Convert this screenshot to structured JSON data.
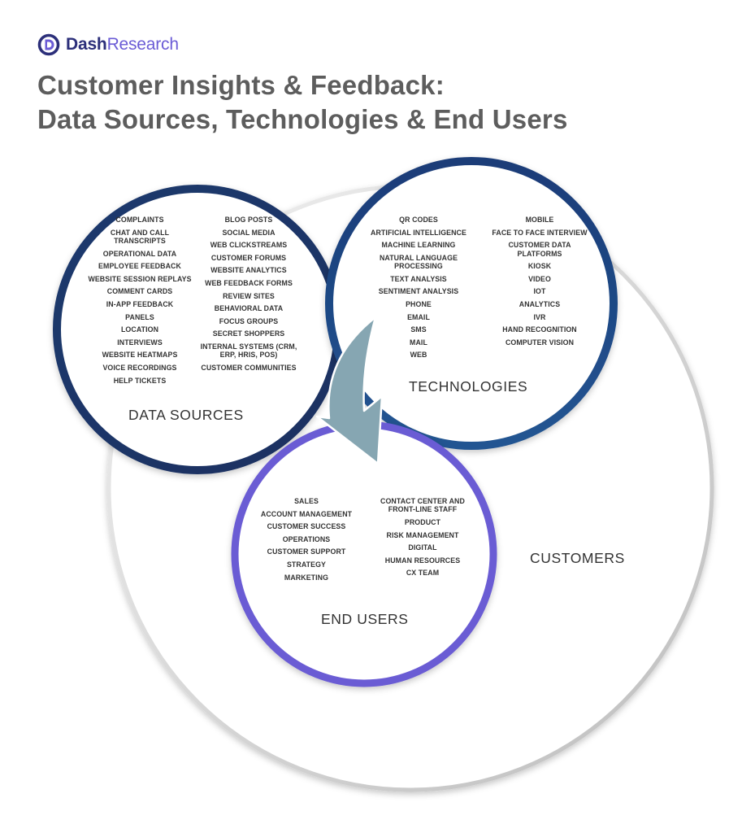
{
  "brand": {
    "name_part1": "Dash",
    "name_part2": "Research"
  },
  "title": {
    "line1": "Customer Insights & Feedback:",
    "line2": "Data Sources, Technologies & End Users"
  },
  "colors": {
    "data_sources_ring": "#1f3a6e",
    "technologies_ring": "#1f4a82",
    "end_users_ring": "#6a5bd4",
    "customers_ring": "#c9c9c9",
    "arrow": "#86a6b2",
    "title_text": "#5d5d5d"
  },
  "data_sources": {
    "label": "DATA SOURCES",
    "left": [
      "COMPLAINTS",
      "CHAT AND CALL TRANSCRIPTS",
      "OPERATIONAL DATA",
      "EMPLOYEE FEEDBACK",
      "WEBSITE SESSION REPLAYS",
      "COMMENT CARDS",
      "IN-APP FEEDBACK",
      "PANELS",
      "LOCATION",
      "INTERVIEWS",
      "WEBSITE HEATMAPS",
      "VOICE RECORDINGS",
      "HELP TICKETS"
    ],
    "right": [
      "BLOG POSTS",
      "SOCIAL MEDIA",
      "WEB CLICKSTREAMS",
      "CUSTOMER FORUMS",
      "WEBSITE ANALYTICS",
      "WEB FEEDBACK FORMS",
      "REVIEW SITES",
      "BEHAVIORAL DATA",
      "FOCUS GROUPS",
      "SECRET SHOPPERS",
      "INTERNAL SYSTEMS (CRM, ERP, HRIS, POS)",
      "CUSTOMER COMMUNITIES"
    ]
  },
  "technologies": {
    "label": "TECHNOLOGIES",
    "left": [
      "QR CODES",
      "ARTIFICIAL INTELLIGENCE",
      "MACHINE LEARNING",
      "NATURAL LANGUAGE PROCESSING",
      "TEXT ANALYSIS",
      "SENTIMENT ANALYSIS",
      "PHONE",
      "EMAIL",
      "SMS",
      "MAIL",
      "WEB"
    ],
    "right": [
      "MOBILE",
      "FACE TO FACE INTERVIEW",
      "CUSTOMER DATA PLATFORMS",
      "KIOSK",
      "VIDEO",
      "IOT",
      "ANALYTICS",
      "IVR",
      "HAND RECOGNITION",
      "COMPUTER VISION"
    ]
  },
  "end_users": {
    "label": "END USERS",
    "left": [
      "SALES",
      "ACCOUNT MANAGEMENT",
      "CUSTOMER SUCCESS",
      "OPERATIONS",
      "CUSTOMER SUPPORT",
      "STRATEGY",
      "MARKETING"
    ],
    "right": [
      "CONTACT CENTER AND FRONT-LINE STAFF",
      "PRODUCT",
      "RISK MANAGEMENT",
      "DIGITAL",
      "HUMAN RESOURCES",
      "CX TEAM"
    ]
  },
  "customers": {
    "label": "CUSTOMERS"
  }
}
